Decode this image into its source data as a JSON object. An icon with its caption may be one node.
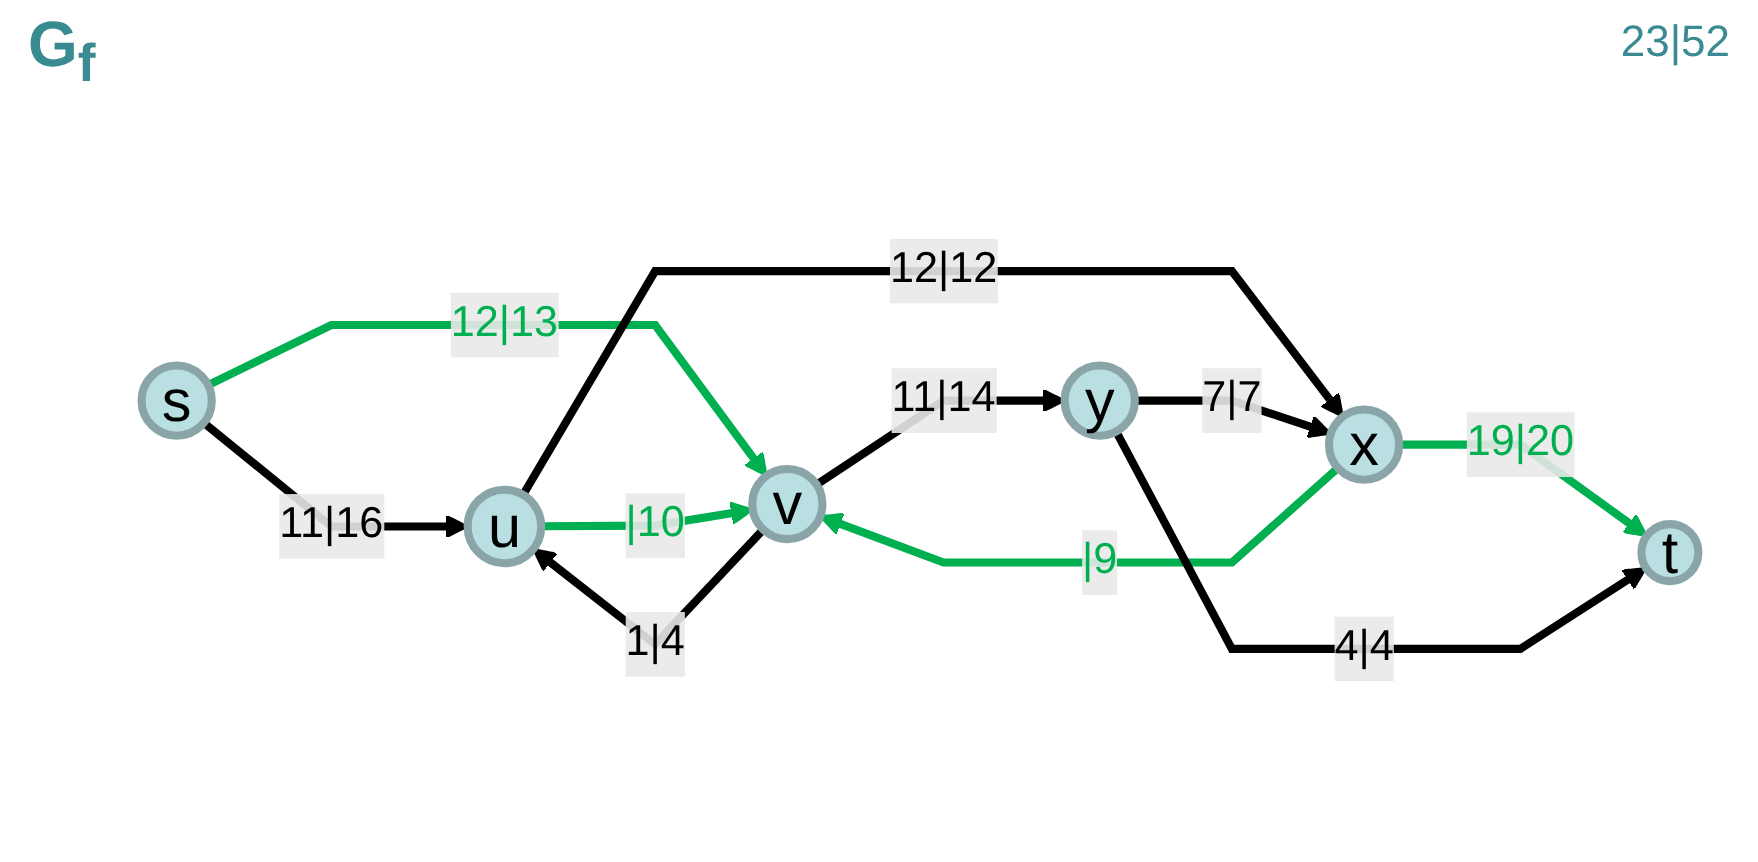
{
  "diagram": {
    "title": "G$_{f}$",
    "nodes": [
      {
        "text": [
          "s"
        ]
      },
      {
        "text": [
          "u"
        ]
      },
      {
        "text": [
          "v"
        ]
      },
      {
        "text": [
          "x"
        ]
      },
      {
        "text": [
          "y"
        ]
      },
      {
        "text": [
          "t"
        ]
      }
    ],
    "edges": [
      {
        "from": 0,
        "to": 1,
        "arrow": "to",
        "label": "11|16"
      },
      {
        "from": 0,
        "to": 2,
        "arrow": "to",
        "label": "12|13",
        "color": "#00b050"
      },
      {
        "from": 1,
        "to": 2,
        "arrow": "to",
        "label": "|10",
        "color": "#00b050"
      },
      {
        "from": 2,
        "to": 1,
        "arrow": "to",
        "label": "1|4"
      },
      {
        "from": 1,
        "to": 3,
        "arrow": "to",
        "label": "12|12"
      },
      {
        "from": 3,
        "to": 2,
        "arrow": "to",
        "label": "|9",
        "color": "#00b050"
      },
      {
        "from": 2,
        "to": 4,
        "arrow": "to",
        "label": "11|14"
      },
      {
        "from": 4,
        "to": 3,
        "arrow": "to",
        "label": "7|7"
      },
      {
        "from": 3,
        "to": 5,
        "arrow": "to",
        "label": "19|20",
        "color": "#00b050"
      },
      {
        "from": 4,
        "to": 5,
        "arrow": "to",
        "label": "4|4"
      }
    ],
    "labels": [
      "23|52"
    ]
  }
}
